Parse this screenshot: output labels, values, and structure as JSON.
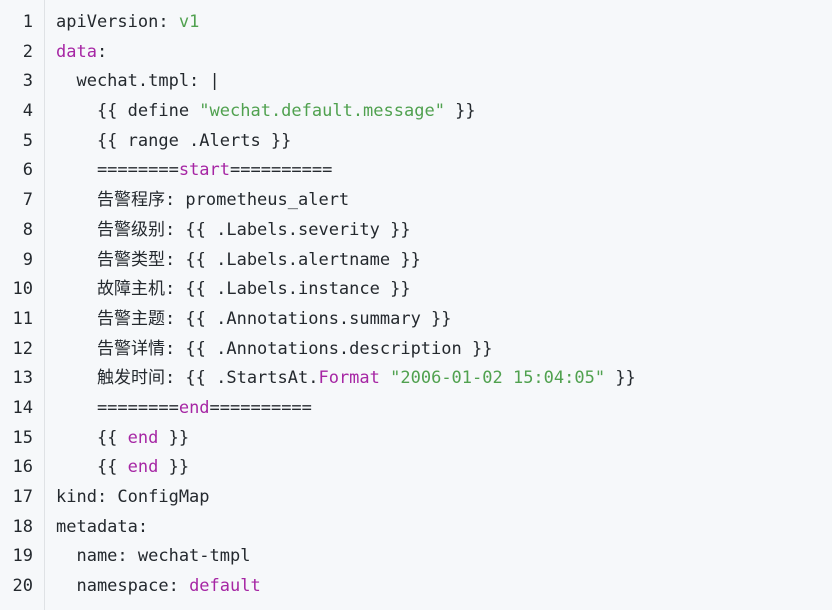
{
  "colors": {
    "background": "#f6f8fa",
    "text": "#24292e",
    "keyword": "#a626a4",
    "string": "#50a14f",
    "divider": "#dfe2e5"
  },
  "lines": [
    {
      "num": "1",
      "tokens": [
        {
          "t": "plain",
          "s": "apiVersion: "
        },
        {
          "t": "str",
          "s": "v1"
        }
      ]
    },
    {
      "num": "2",
      "tokens": [
        {
          "t": "kw",
          "s": "data"
        },
        {
          "t": "plain",
          "s": ":"
        }
      ]
    },
    {
      "num": "3",
      "tokens": [
        {
          "t": "plain",
          "s": "  wechat.tmpl: |"
        }
      ]
    },
    {
      "num": "4",
      "tokens": [
        {
          "t": "plain",
          "s": "    {{ define "
        },
        {
          "t": "str",
          "s": "\"wechat.default.message\""
        },
        {
          "t": "plain",
          "s": " }}"
        }
      ]
    },
    {
      "num": "5",
      "tokens": [
        {
          "t": "plain",
          "s": "    {{ range .Alerts }}"
        }
      ]
    },
    {
      "num": "6",
      "tokens": [
        {
          "t": "plain",
          "s": "    ========"
        },
        {
          "t": "kw",
          "s": "start"
        },
        {
          "t": "plain",
          "s": "=========="
        }
      ]
    },
    {
      "num": "7",
      "tokens": [
        {
          "t": "plain",
          "s": "    告警程序: prometheus_alert"
        }
      ]
    },
    {
      "num": "8",
      "tokens": [
        {
          "t": "plain",
          "s": "    告警级别: {{ .Labels.severity }}"
        }
      ]
    },
    {
      "num": "9",
      "tokens": [
        {
          "t": "plain",
          "s": "    告警类型: {{ .Labels.alertname }}"
        }
      ]
    },
    {
      "num": "10",
      "tokens": [
        {
          "t": "plain",
          "s": "    故障主机: {{ .Labels.instance }}"
        }
      ]
    },
    {
      "num": "11",
      "tokens": [
        {
          "t": "plain",
          "s": "    告警主题: {{ .Annotations.summary }}"
        }
      ]
    },
    {
      "num": "12",
      "tokens": [
        {
          "t": "plain",
          "s": "    告警详情: {{ .Annotations.description }}"
        }
      ]
    },
    {
      "num": "13",
      "tokens": [
        {
          "t": "plain",
          "s": "    触发时间: {{ .StartsAt."
        },
        {
          "t": "kw",
          "s": "Format"
        },
        {
          "t": "plain",
          "s": " "
        },
        {
          "t": "str",
          "s": "\"2006-01-02 15:04:05\""
        },
        {
          "t": "plain",
          "s": " }}"
        }
      ]
    },
    {
      "num": "14",
      "tokens": [
        {
          "t": "plain",
          "s": "    ========"
        },
        {
          "t": "kw",
          "s": "end"
        },
        {
          "t": "plain",
          "s": "=========="
        }
      ]
    },
    {
      "num": "15",
      "tokens": [
        {
          "t": "plain",
          "s": "    {{ "
        },
        {
          "t": "kw",
          "s": "end"
        },
        {
          "t": "plain",
          "s": " }}"
        }
      ]
    },
    {
      "num": "16",
      "tokens": [
        {
          "t": "plain",
          "s": "    {{ "
        },
        {
          "t": "kw",
          "s": "end"
        },
        {
          "t": "plain",
          "s": " }}"
        }
      ]
    },
    {
      "num": "17",
      "tokens": [
        {
          "t": "plain",
          "s": "kind: ConfigMap"
        }
      ]
    },
    {
      "num": "18",
      "tokens": [
        {
          "t": "plain",
          "s": "metadata:"
        }
      ]
    },
    {
      "num": "19",
      "tokens": [
        {
          "t": "plain",
          "s": "  name: wechat-tmpl"
        }
      ]
    },
    {
      "num": "20",
      "tokens": [
        {
          "t": "plain",
          "s": "  namespace: "
        },
        {
          "t": "kw",
          "s": "default"
        }
      ]
    }
  ]
}
